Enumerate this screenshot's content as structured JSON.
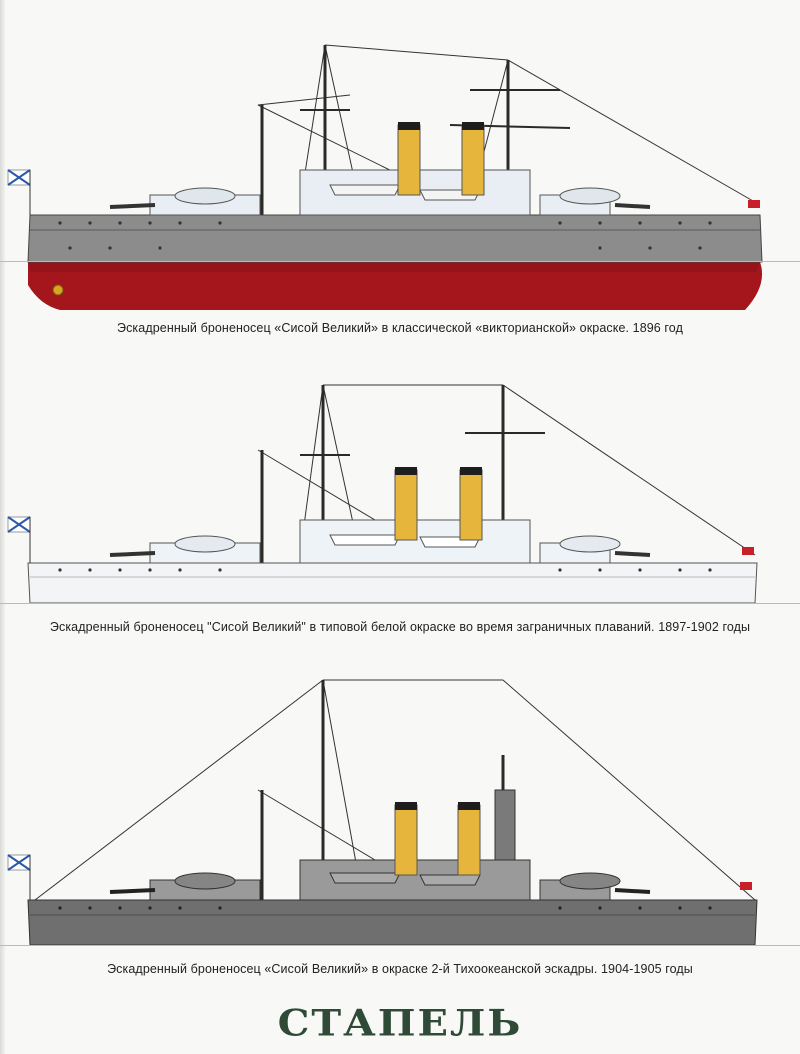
{
  "plates": [
    {
      "id": "plate-1896",
      "caption": "Эскадренный броненосец «Сисой Великий» в классической «викторианской» окраске. 1896 год",
      "scheme": "victorian",
      "colors": {
        "hull": "#8c8c8c",
        "lower_hull": "#a4161c",
        "superstructure": "#e8eef3",
        "funnel": "#e6b53c",
        "funnel_cap": "#1e1e1e"
      }
    },
    {
      "id": "plate-1897-1902",
      "caption": "Эскадренный броненосец \"Сисой Великий\" в типовой белой окраске во время заграничных плаваний. 1897-1902 годы",
      "scheme": "white",
      "colors": {
        "hull": "#f2f4f6",
        "lower_hull": "#f2f4f6",
        "superstructure": "#eef3f7",
        "funnel": "#e6b53c",
        "funnel_cap": "#1e1e1e"
      }
    },
    {
      "id": "plate-1904-1905",
      "caption": "Эскадренный броненосец «Сисой Великий» в окраске 2-й Тихоокеанской эскадры. 1904-1905 годы",
      "scheme": "war",
      "colors": {
        "hull": "#6f6f6f",
        "lower_hull": "#6f6f6f",
        "superstructure": "#9a9a9a",
        "funnel": "#e6b53c",
        "funnel_cap": "#1e1e1e"
      }
    }
  ],
  "logo": "СТАПЕЛЬ",
  "waterline_color": "#9ec3dc",
  "flag_colors": {
    "st_andrew": "#2a5aa8",
    "jack": "#c8202a"
  }
}
